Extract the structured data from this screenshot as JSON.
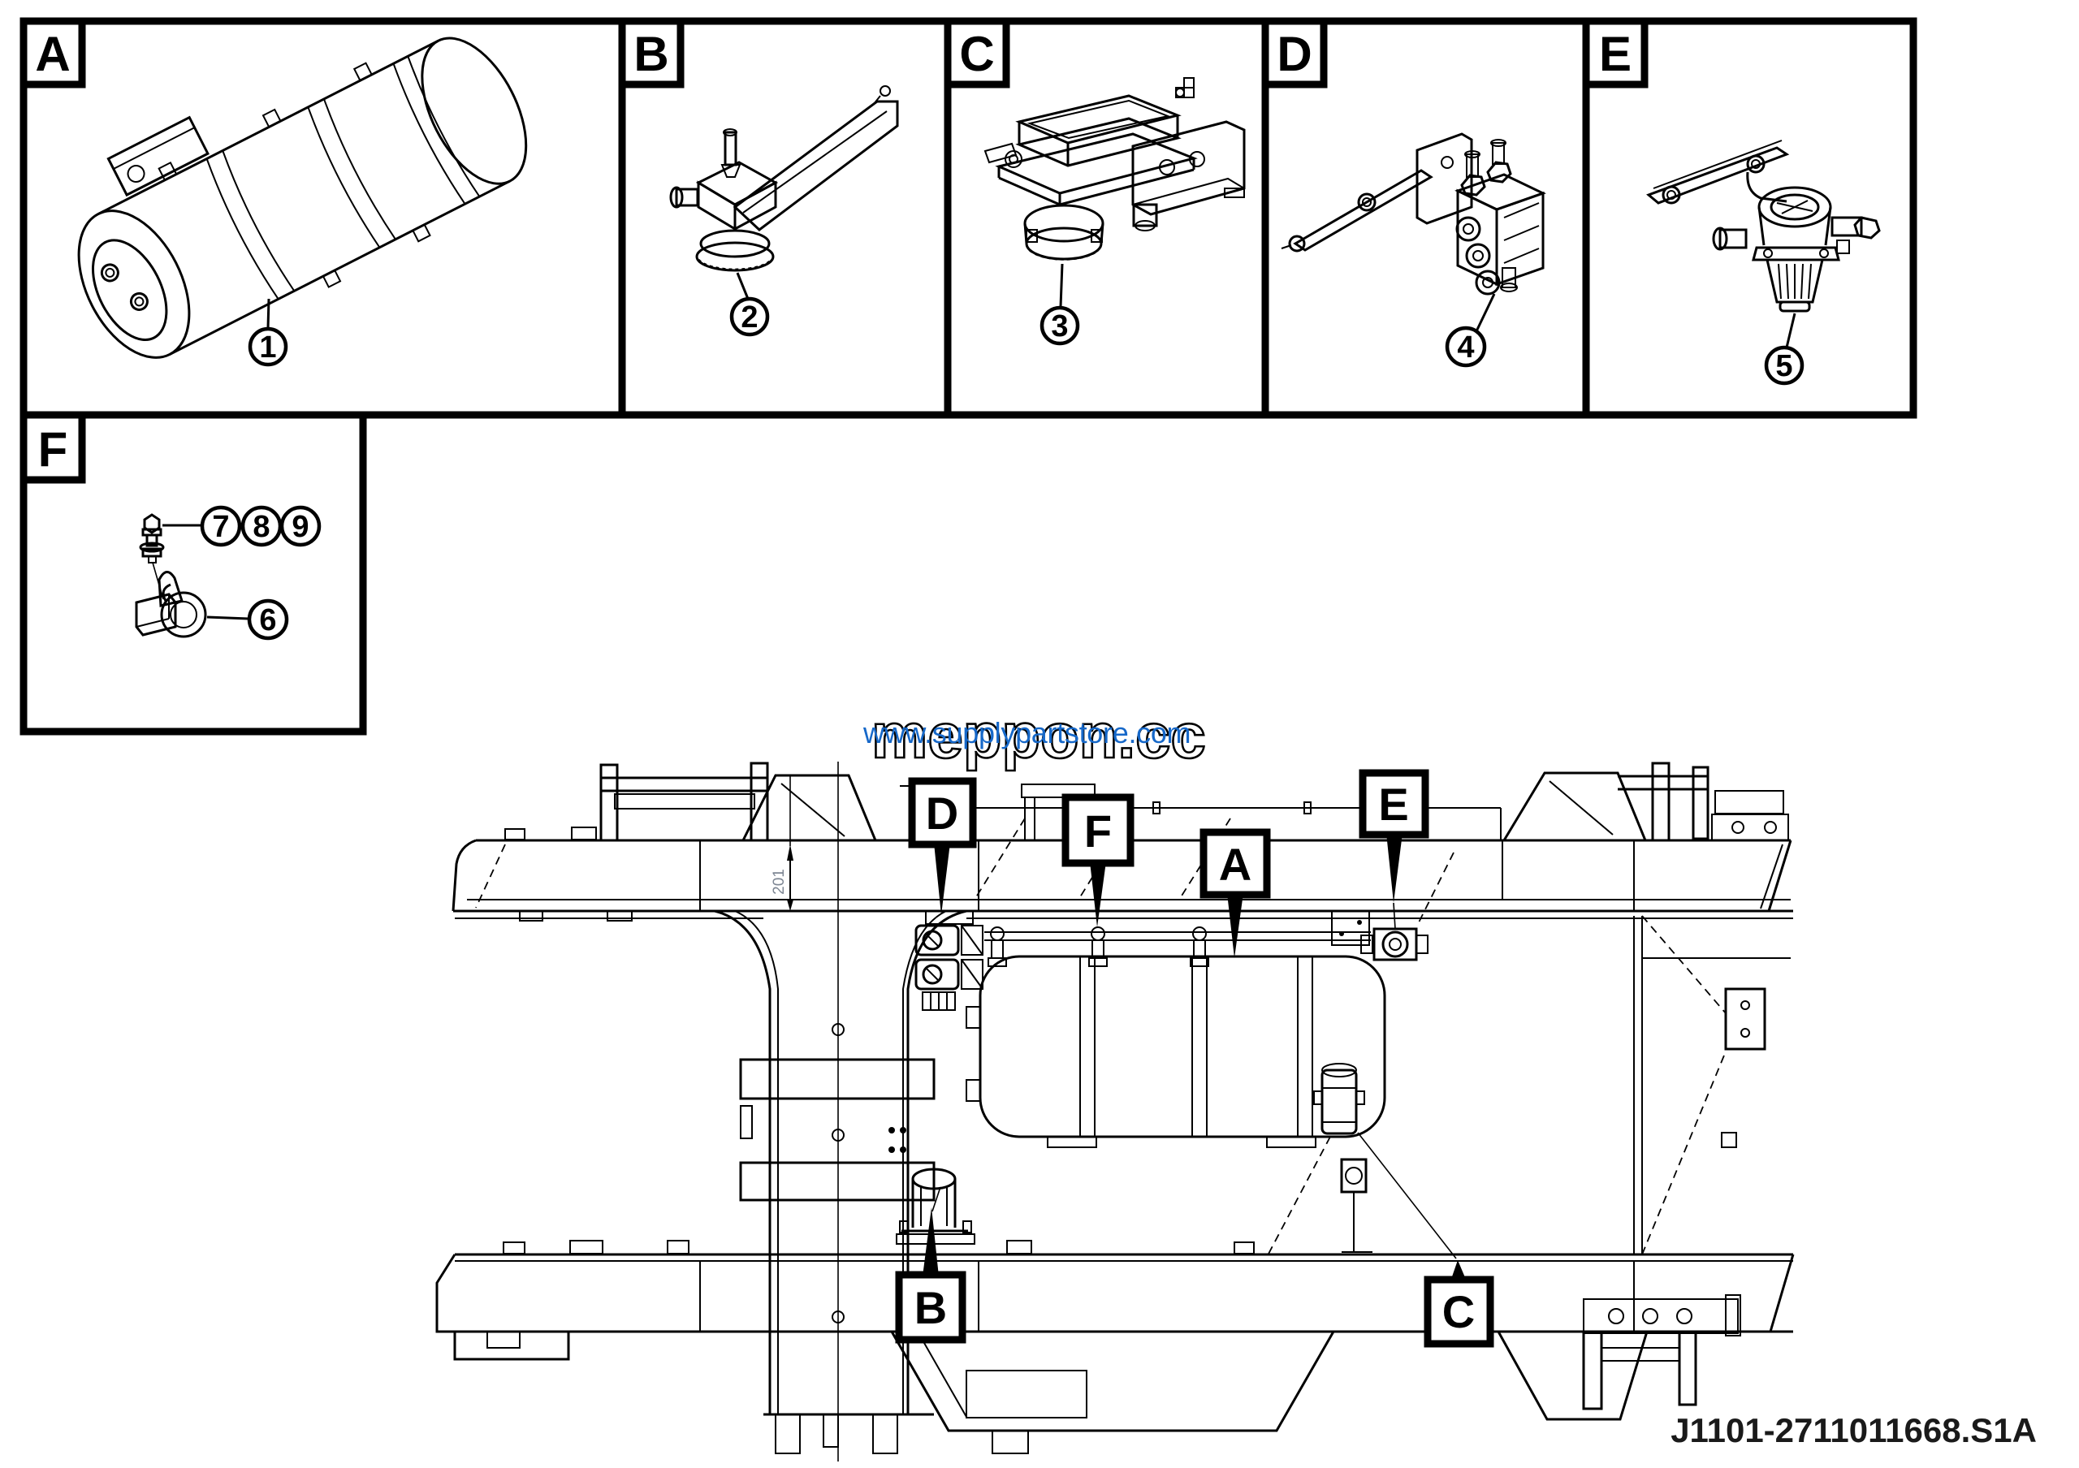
{
  "drawing": {
    "number": "J1101-2711011668.S1A",
    "dimension": "201"
  },
  "watermark": {
    "url": "www.supplypartstore.com",
    "brand": "meppon.cc"
  },
  "panel_labels": {
    "a": "A",
    "b": "B",
    "c": "C",
    "d": "D",
    "e": "E",
    "f": "F"
  },
  "item_numbers": {
    "n1": "1",
    "n2": "2",
    "n3": "3",
    "n4": "4",
    "n5": "5",
    "n6": "6",
    "n7": "7",
    "n8": "8",
    "n9": "9"
  },
  "chassis_callouts": {
    "a": "A",
    "b": "B",
    "c": "C",
    "d": "D",
    "e": "E",
    "f": "F"
  }
}
